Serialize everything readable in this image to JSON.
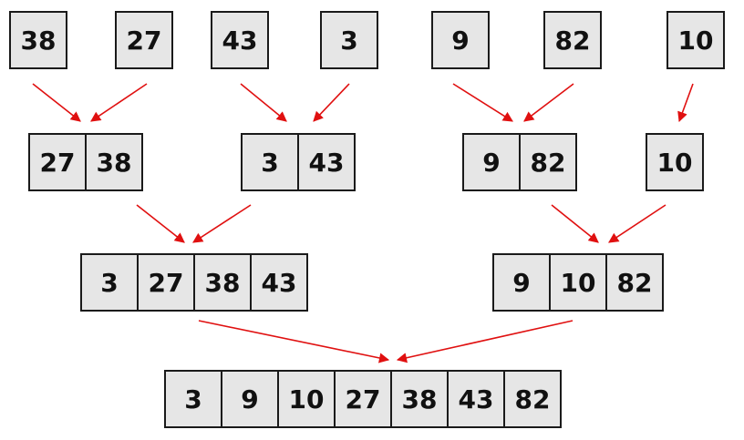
{
  "arrow_color": "#e01010",
  "levels": [
    {
      "groups": [
        [
          "38"
        ],
        [
          "27"
        ],
        [
          "43"
        ],
        [
          "3"
        ],
        [
          "9"
        ],
        [
          "82"
        ],
        [
          "10"
        ]
      ]
    },
    {
      "groups": [
        [
          "27",
          "38"
        ],
        [
          "3",
          "43"
        ],
        [
          "9",
          "82"
        ],
        [
          "10"
        ]
      ]
    },
    {
      "groups": [
        [
          "3",
          "27",
          "38",
          "43"
        ],
        [
          "9",
          "10",
          "82"
        ]
      ]
    },
    {
      "groups": [
        [
          "3",
          "9",
          "10",
          "27",
          "38",
          "43",
          "82"
        ]
      ]
    }
  ]
}
